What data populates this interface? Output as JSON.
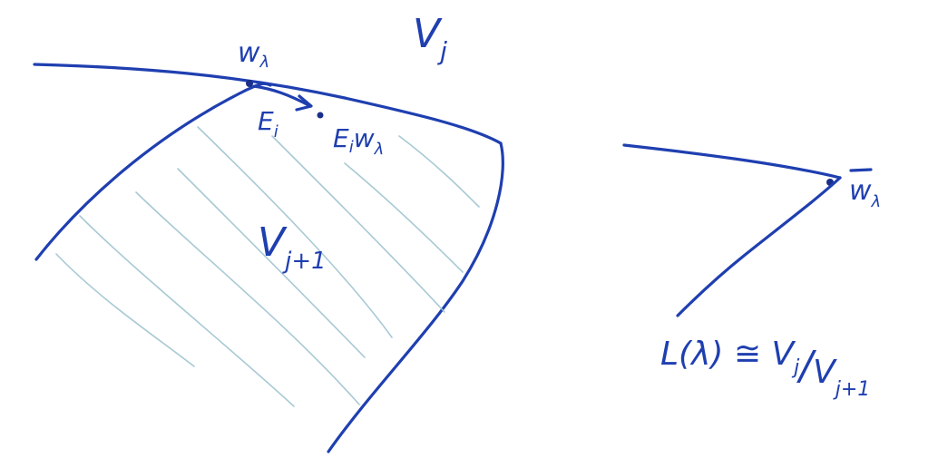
{
  "labels": {
    "w_lambda": "w",
    "w_lambda_sub": "λ",
    "V_j": "V",
    "V_j_sub": "j",
    "E_i": "E",
    "E_i_sub": "i",
    "E_i_w_lambda": "E",
    "E_i_w_lambda_sub1": "i",
    "E_i_w_lambda_w": "w",
    "E_i_w_lambda_sub2": "λ",
    "V_j1": "V",
    "V_j1_sub": "j+1",
    "wbar_lambda": "w",
    "wbar_lambda_sub": "λ",
    "L_lambda": "L(λ) ≅ V",
    "L_lambda_sub_j": "j",
    "slash": "/",
    "quot_V": "V",
    "quot_sub": "j+1"
  },
  "colors": {
    "ink": "#1f3fb0",
    "hatch": "#9fc3cf"
  }
}
